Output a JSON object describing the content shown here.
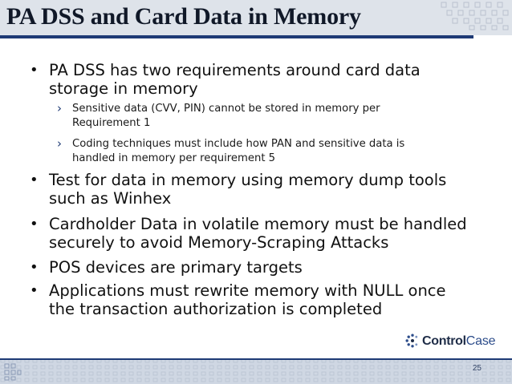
{
  "slide": {
    "title": "PA DSS and Card Data in Memory",
    "bullets": [
      {
        "text_lines": [
          "PA DSS has two requirements around card data",
          "storage in memory"
        ],
        "sub": [
          {
            "text_lines": [
              "Sensitive data (CVV, PIN) cannot be stored in memory per",
              "Requirement 1"
            ]
          },
          {
            "text_lines": [
              "Coding techniques must include how PAN and sensitive data is",
              "handled in memory per requirement 5"
            ]
          }
        ]
      },
      {
        "text_lines": [
          "Test for data in memory using memory dump tools",
          "such as Winhex"
        ]
      },
      {
        "text_lines": [
          "Cardholder Data in volatile memory must be handled",
          "securely to avoid Memory-Scraping Attacks"
        ]
      },
      {
        "text_lines": [
          "POS devices are primary targets"
        ]
      },
      {
        "text_lines": [
          "Applications must rewrite memory with NULL once",
          "the transaction authorization is completed"
        ]
      }
    ],
    "bullet_symbol": "•",
    "sub_bullet_symbol": "›",
    "logo": {
      "word1": "Control",
      "word2": "Case"
    },
    "slide_number": "25"
  },
  "colors": {
    "title_band": "#dee3ea",
    "accent_navy": "#1e3a75",
    "footer_band": "#cfd7e3"
  },
  "icons": {
    "logo_mark": "controlcase-logo-icon",
    "title_decoration": "dot-grid-pattern",
    "footer_decoration": "dot-grid-pattern"
  }
}
